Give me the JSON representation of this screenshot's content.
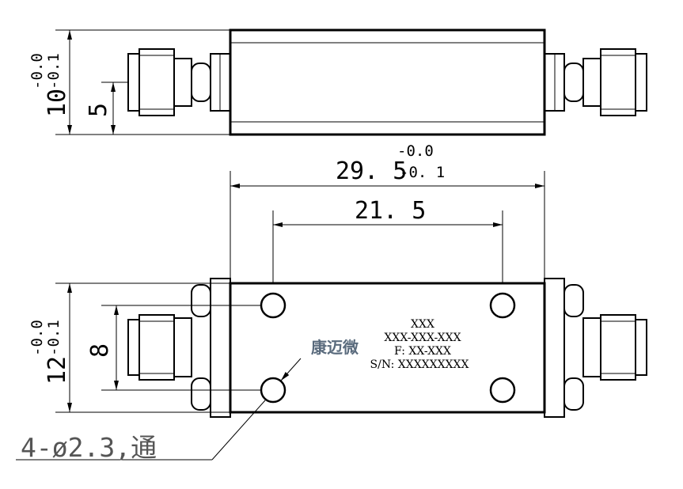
{
  "top_view": {
    "height_dim": {
      "nominal": "10",
      "upper_tol": "-0.0",
      "lower_tol": "-0.1"
    },
    "offset_dim": "5"
  },
  "length_dim": {
    "nominal": "29. 5",
    "upper_tol": "-0.0",
    "lower_tol": "-0. 1"
  },
  "hole_pitch_dim": "21. 5",
  "side_view": {
    "height_dim": {
      "nominal": "12",
      "upper_tol": "-0.0",
      "lower_tol": "-0.1"
    },
    "hole_spacing_dim": "8"
  },
  "hole_note": "4-ø2.3,通",
  "brand_logo": "康迈微",
  "label": {
    "line1": "XXX",
    "line2": "XXX-XXX-XXX",
    "line3": "F: XX-XXX",
    "line4": "S/N: XXXXXXXXX"
  }
}
